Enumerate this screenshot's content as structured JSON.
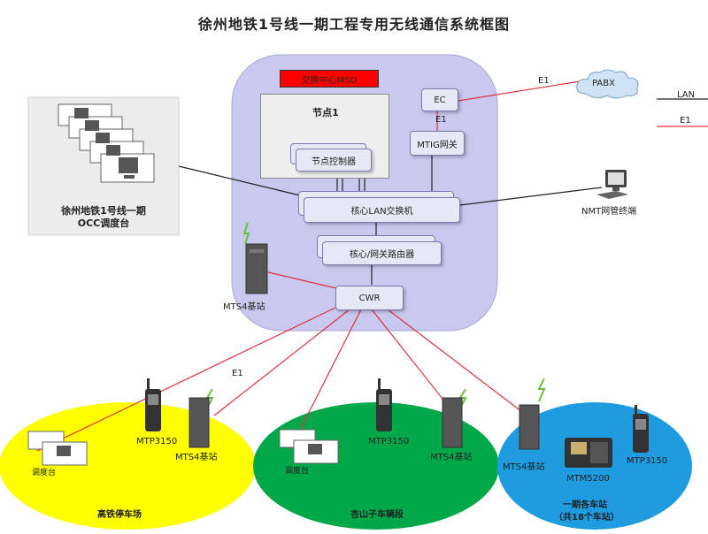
{
  "title": "徐州地铁1号线一期工程专用无线通信系统框图",
  "core": {
    "switch_center": "交换中心MSO",
    "node": "节点1",
    "node_controller": "节点控制器",
    "ec": "EC",
    "mtig": "MTIG网关",
    "lan_switch": "核心LAN交换机",
    "router": "核心/网关路由器",
    "cwr": "CWR",
    "e1_internal": "E1"
  },
  "external": {
    "pabx": "PABX",
    "e1_pabx": "E1",
    "lan": "LAN",
    "e1_legend": "E1",
    "nmt": "NMT网管终端",
    "mts4_center": "MTS4基站"
  },
  "occ": {
    "line1": "徐州地铁1号线一期",
    "line2": "OCC调度台"
  },
  "areas": {
    "gaotie": {
      "name": "高铁停车场",
      "terminal": "MTP3150",
      "bs": "MTS4基站",
      "console": "调度台",
      "e1": "E1"
    },
    "xiangshan": {
      "name": "杏山子车辆段",
      "terminal": "MTP3150",
      "bs": "MTS4基站",
      "console": "调度台"
    },
    "stations": {
      "name1": "一期各车站",
      "name2": "（共18个车站）",
      "bs": "MTS4基站",
      "mobile": "MTM5200",
      "terminal": "MTP3150"
    }
  },
  "colors": {
    "core_ellipse": "#c8c8ee",
    "red_link": "#e03040",
    "yellow_area": "#ffff00",
    "green_area": "#00a84a",
    "blue_area": "#1f9ce0",
    "msc_banner": "#ff0000"
  }
}
